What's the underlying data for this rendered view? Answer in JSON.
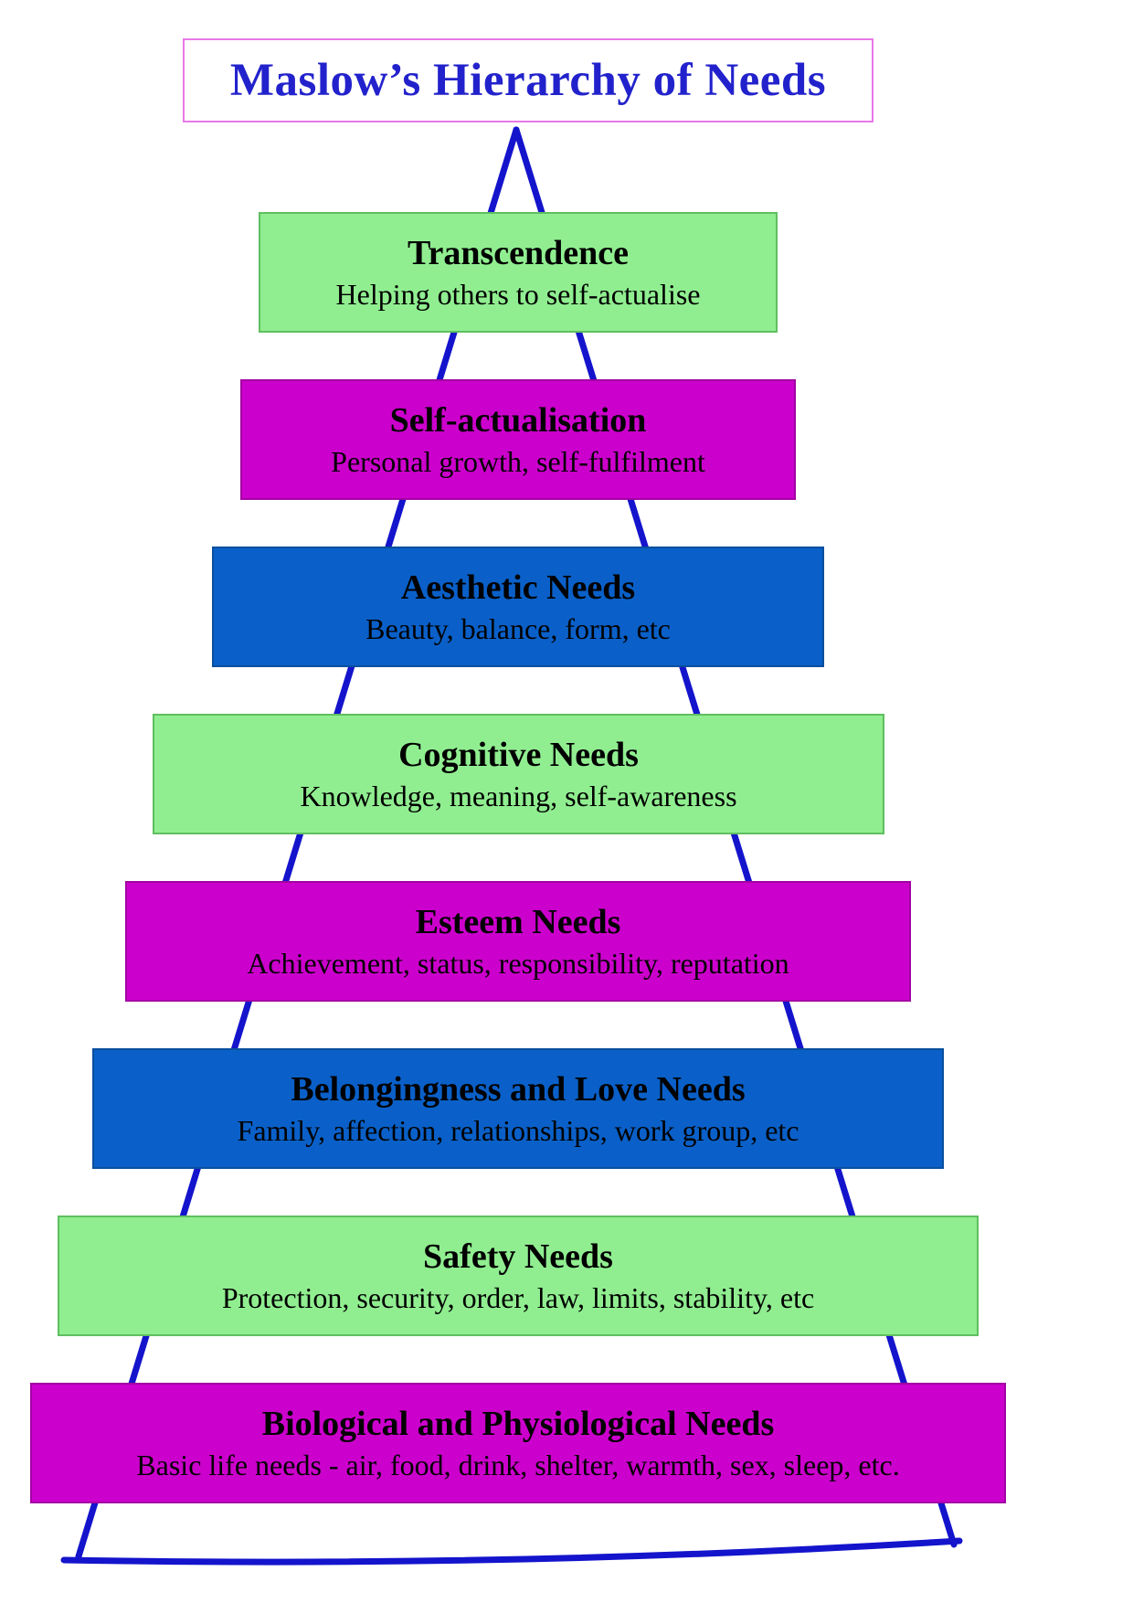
{
  "title": {
    "text": "Maslow’s Hierarchy of Needs"
  },
  "colors": {
    "green": "#90ee90",
    "green_border": "#5fbf5f",
    "magenta": "#cc00cc",
    "magenta_border": "#a300a3",
    "blue": "#0a60c8",
    "blue_border": "#084f9e",
    "line": "#1414cc",
    "title_text": "#2222cc",
    "title_border": "#e878e8"
  },
  "levels": [
    {
      "name": "Transcendence",
      "description": "Helping others to self-actualise",
      "color": "green"
    },
    {
      "name": "Self-actualisation",
      "description": "Personal growth, self-fulfilment",
      "color": "magenta"
    },
    {
      "name": "Aesthetic Needs",
      "description": "Beauty, balance, form, etc",
      "color": "blue"
    },
    {
      "name": "Cognitive Needs",
      "description": "Knowledge, meaning, self-awareness",
      "color": "green"
    },
    {
      "name": "Esteem Needs",
      "description": "Achievement, status, responsibility, reputation",
      "color": "magenta"
    },
    {
      "name": "Belongingness and Love Needs",
      "description": "Family, affection, relationships, work group, etc",
      "color": "blue"
    },
    {
      "name": "Safety Needs",
      "description": "Protection, security, order, law, limits, stability, etc",
      "color": "green"
    },
    {
      "name": "Biological and Physiological Needs",
      "description": "Basic life needs - air, food, drink, shelter, warmth, sex, sleep, etc.",
      "color": "magenta"
    }
  ]
}
